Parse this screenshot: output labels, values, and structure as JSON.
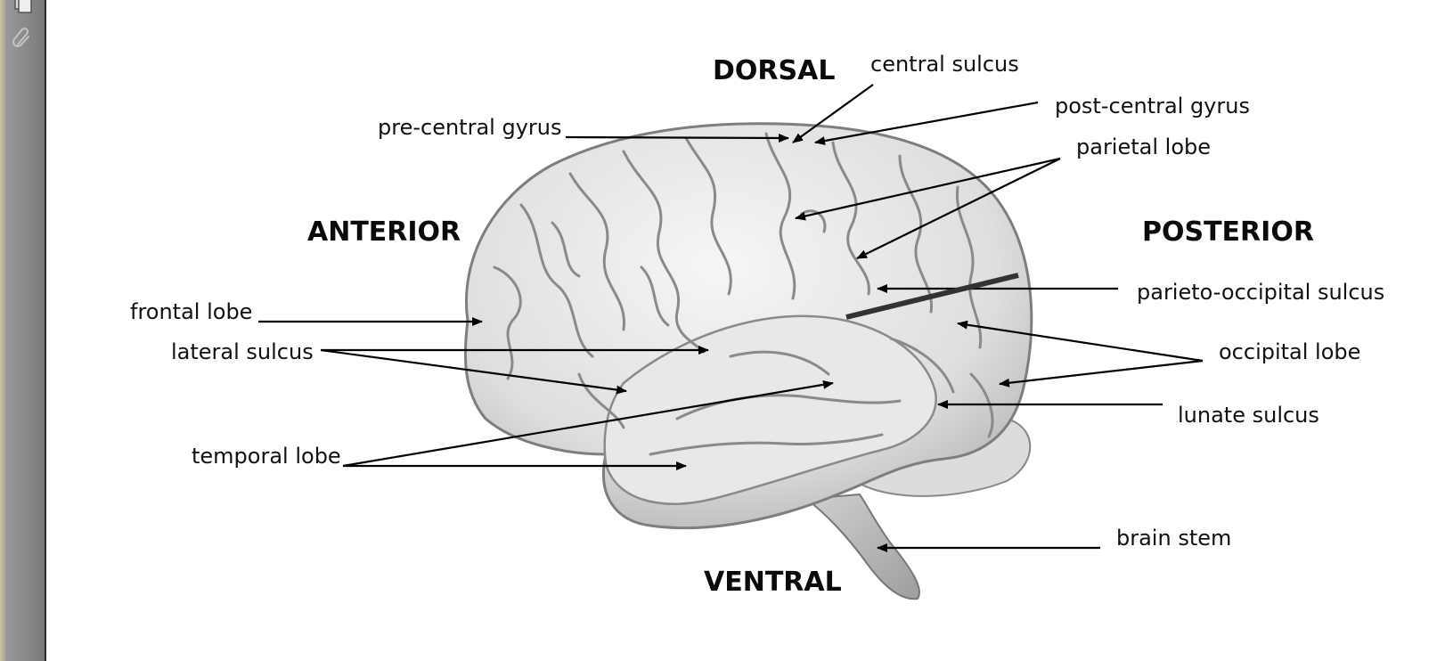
{
  "directions": {
    "dorsal": "DORSAL",
    "ventral": "VENTRAL",
    "anterior": "ANTERIOR",
    "posterior": "POSTERIOR"
  },
  "labels": {
    "central_sulcus": "central sulcus",
    "post_central_gyrus": "post-central gyrus",
    "pre_central_gyrus": "pre-central gyrus",
    "parietal_lobe": "parietal lobe",
    "frontal_lobe": "frontal lobe",
    "lateral_sulcus": "lateral sulcus",
    "parieto_occipital_sulcus": "parieto-occipital sulcus",
    "occipital_lobe": "occipital lobe",
    "lunate_sulcus": "lunate sulcus",
    "temporal_lobe": "temporal lobe",
    "brain_stem": "brain stem"
  },
  "icons": {
    "sidebar": [
      "pages-icon",
      "paperclip-icon"
    ]
  },
  "colors": {
    "sidebar": "#8c8c8c",
    "text": "#111111",
    "brain_fill": "#e6e6e6",
    "brain_fold": "#8a8a8a"
  }
}
